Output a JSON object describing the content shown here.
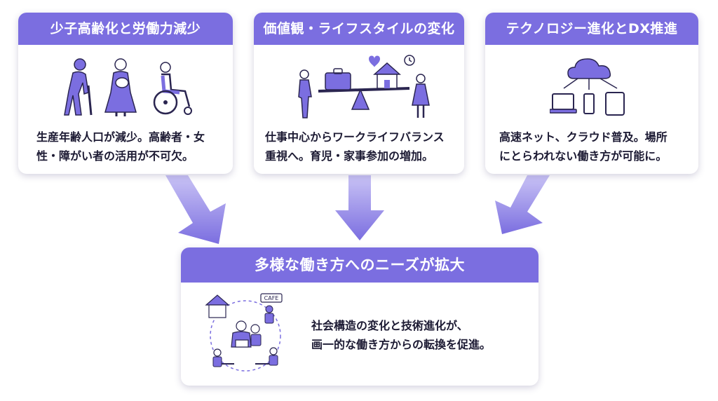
{
  "cards": [
    {
      "title": "少子高齢化と労働力減少",
      "lines": [
        "生産年齢人口が減少。高齢者・女",
        "性・障がい者の活用が不可欠。"
      ]
    },
    {
      "title": "価値観・ライフスタイルの変化",
      "lines": [
        "仕事中心からワークライフバランス",
        "重視へ。育児・家事参加の増加。"
      ]
    },
    {
      "title": "テクノロジー進化とDX推進",
      "lines": [
        "高速ネット、クラウド普及。場所",
        "にとらわれない働き方が可能に。"
      ]
    }
  ],
  "result": {
    "title": "多様な働き方へのニーズが拡大",
    "lines": [
      "社会構造の変化と技術進化が、",
      "画一的な働き方からの転換を促進。"
    ],
    "cafe_sign": "CAFE"
  },
  "colors": {
    "accent": "#7b6ee0",
    "arrow": "#8f84ea",
    "icon_fill": "#7b6ee0",
    "icon_stroke": "#2a2550",
    "text": "#1c1a33"
  },
  "icons": [
    "people-icon",
    "work-life-balance-icon",
    "cloud-devices-icon",
    "diverse-work-styles-icon"
  ]
}
